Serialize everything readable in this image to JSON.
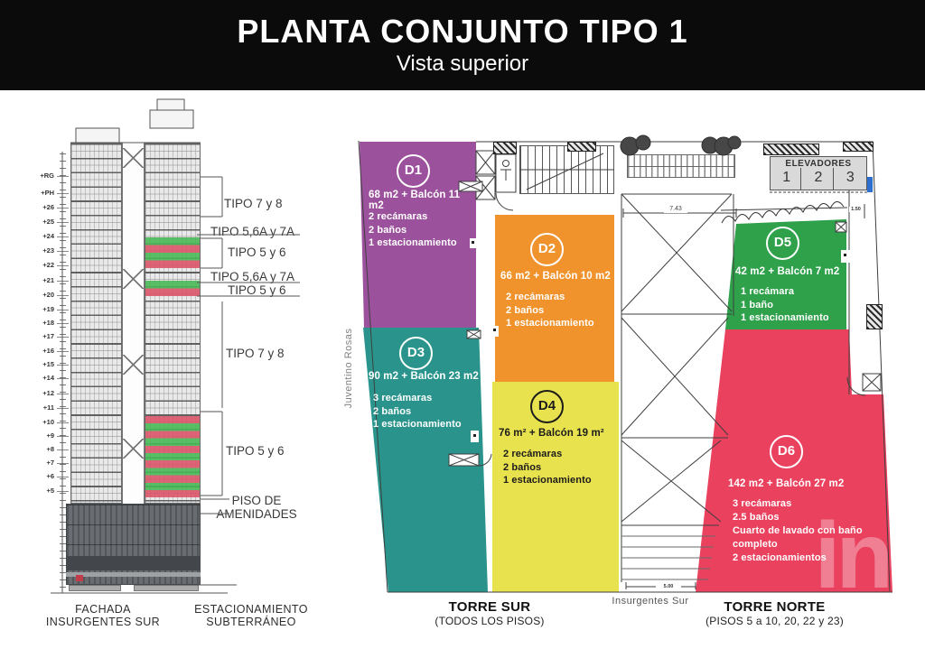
{
  "title": {
    "main": "PLANTA CONJUNTO TIPO 1",
    "subtitle": "Vista superior"
  },
  "colors": {
    "banner": "#0b0b0b",
    "purple": "#9c519c",
    "orange": "#f0932c",
    "teal": "#2a948c",
    "yellow": "#e9e24f",
    "green": "#2fa14b",
    "red": "#e9415e",
    "stripe_green": "#45b854",
    "stripe_red": "#db5266"
  },
  "elevation": {
    "floors": [
      {
        "label": "+RG"
      },
      {
        "label": "+PH"
      },
      {
        "label": "+26"
      },
      {
        "label": "+25"
      },
      {
        "label": "+24"
      },
      {
        "label": "+23"
      },
      {
        "label": "+22"
      },
      {
        "label": "+21"
      },
      {
        "label": "+20"
      },
      {
        "label": "+19"
      },
      {
        "label": "+18"
      },
      {
        "label": "+17"
      },
      {
        "label": "+16"
      },
      {
        "label": "+15"
      },
      {
        "label": "+14"
      },
      {
        "label": "+12"
      },
      {
        "label": "+11"
      },
      {
        "label": "+10"
      },
      {
        "label": "+9"
      },
      {
        "label": "+8"
      },
      {
        "label": "+7"
      },
      {
        "label": "+6"
      },
      {
        "label": "+5"
      }
    ],
    "type_labels": [
      {
        "label": "TIPO 7 y 8"
      },
      {
        "label": "TIPO 5,6A y 7A"
      },
      {
        "label": "TIPO 5 y 6"
      },
      {
        "label": "TIPO 5,6A y 7A"
      },
      {
        "label": "TIPO 5 y 6"
      },
      {
        "label": "TIPO 7 y 8"
      },
      {
        "label": "TIPO 5 y 6"
      }
    ],
    "amenities_line1": "PISO DE",
    "amenities_line2": "AMENIDADES",
    "caption_left_line1": "FACHADA",
    "caption_left_line2": "INSURGENTES SUR",
    "caption_right_line1": "ESTACIONAMIENTO",
    "caption_right_line2": "SUBTERRÁNEO"
  },
  "plan": {
    "street_left": "Juventino Rosas",
    "street_bottom": "Insurgentes Sur",
    "elevators_label": "ELEVADORES",
    "elevator_numbers": [
      "1",
      "2",
      "3"
    ],
    "dimensions": {
      "parking_width": "7.43",
      "street_width": "5.00",
      "side": "1.50"
    },
    "units": [
      {
        "id": "D1",
        "area": "68 m2 + Balcón 11 m2",
        "color": "#9c519c",
        "features": [
          "2 recámaras",
          "2 baños",
          "1 estacionamiento"
        ]
      },
      {
        "id": "D2",
        "area": "66 m2 + Balcón 10 m2",
        "color": "#f0932c",
        "features": [
          "2 recámaras",
          "2 baños",
          "1 estacionamiento"
        ]
      },
      {
        "id": "D3",
        "area": "90 m2 + Balcón 23 m2",
        "color": "#2a948c",
        "features": [
          "3 recámaras",
          "2 baños",
          "1 estacionamiento"
        ]
      },
      {
        "id": "D4",
        "area": "76 m² + Balcón 19 m²",
        "color": "#e9e24f",
        "features": [
          "2 recámaras",
          "2 baños",
          "1 estacionamiento"
        ]
      },
      {
        "id": "D5",
        "area": "42 m2 + Balcón 7 m2",
        "color": "#2fa14b",
        "features": [
          "1 recámara",
          "1 baño",
          "1 estacionamiento"
        ]
      },
      {
        "id": "D6",
        "area": "142 m2 + Balcón 27 m2",
        "color": "#e9415e",
        "features": [
          "3 recámaras",
          "2.5 baños",
          "Cuarto de lavado con baño completo",
          "2 estacionamientos"
        ]
      }
    ],
    "tower_sur_name": "TORRE SUR",
    "tower_sur_floors": "(TODOS LOS PISOS)",
    "tower_norte_name": "TORRE NORTE",
    "tower_norte_floors": "(PISOS 5 a 10, 20, 22 y 23)",
    "watermark": "in"
  }
}
